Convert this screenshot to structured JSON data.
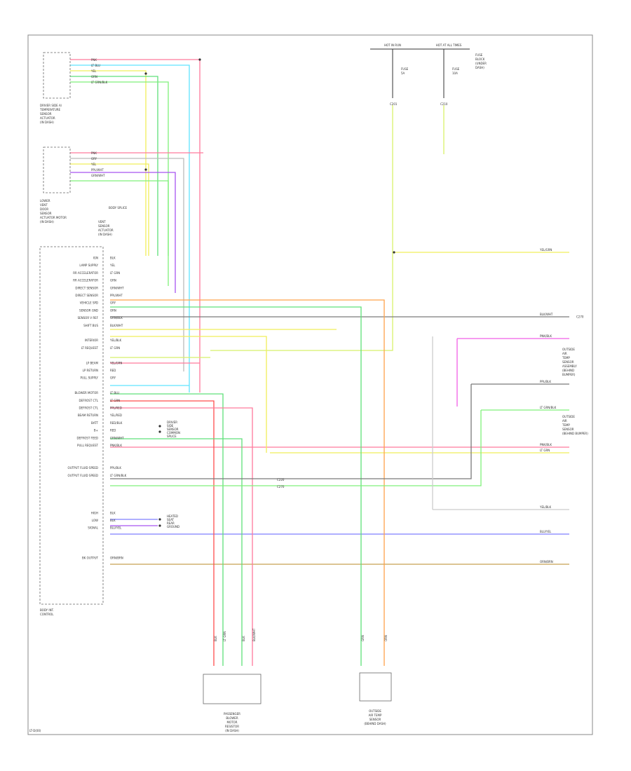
{
  "diagram": {
    "corner_code": "LT-D(00)",
    "module_name": [
      "BODY INT.",
      "CONTROL"
    ],
    "module_pins": [
      {
        "label": "IGN",
        "wire": "BLK"
      },
      {
        "label": "LAMP SUPPLY",
        "wire": "YEL"
      },
      {
        "label": "RR ACCELERATOR",
        "wire": "LT GRN"
      },
      {
        "label": "RR ACCELERATOR",
        "wire": "GRN"
      },
      {
        "label": "DIRECT SENSOR",
        "wire": "GRN/WHT"
      },
      {
        "label": "DIRECT SENSOR",
        "wire": "PPL/WHT"
      },
      {
        "label": "VEHICLE SPD",
        "wire": "GRY"
      },
      {
        "label": "SENSOR GND",
        "wire": "ORN"
      },
      {
        "label": "SENSOR V REF",
        "wire": "GRN/BLK"
      },
      {
        "label": "SHIFT BUS",
        "wire": "BLK/WHT"
      },
      {
        "label": "",
        "wire": ""
      },
      {
        "label": "INTERIOR",
        "wire": "YEL/BLK"
      },
      {
        "label": "LT REQUEST",
        "wire": "LT GRN"
      },
      {
        "label": "",
        "wire": ""
      },
      {
        "label": "LP BEAM",
        "wire": "YEL/GRN"
      },
      {
        "label": "LP RETURN",
        "wire": "RED"
      },
      {
        "label": "PULL SUPPLY",
        "wire": "GRY"
      },
      {
        "label": "",
        "wire": ""
      },
      {
        "label": "BLOWER MOTOR",
        "wire": "LT BLU"
      },
      {
        "label": "DEFROST CTL",
        "wire": "LT GRN"
      },
      {
        "label": "DEFROST CTL",
        "wire": "PPL/RED"
      },
      {
        "label": "BEAM RETURN",
        "wire": "YEL/RED"
      },
      {
        "label": "BATT",
        "wire": "RED/BLK"
      },
      {
        "label": "B+",
        "wire": "RED"
      },
      {
        "label": "DEFROST FEED",
        "wire": "GRN/WHT"
      },
      {
        "label": "PULL REQUEST",
        "wire": "PNK/BLK"
      },
      {
        "label": "",
        "wire": ""
      },
      {
        "label": "",
        "wire": ""
      },
      {
        "label": "OUTPUT FLUID SPEED",
        "wire": "PPL/BLK"
      },
      {
        "label": "OUTPUT FLUID SPEED",
        "wire": "LT GRN/BLK"
      },
      {
        "label": "",
        "wire": ""
      },
      {
        "label": "",
        "wire": ""
      },
      {
        "label": "",
        "wire": ""
      },
      {
        "label": "",
        "wire": ""
      },
      {
        "label": "HIGH",
        "wire": "BLK"
      },
      {
        "label": "LOW",
        "wire": "BLK"
      },
      {
        "label": "SIGNAL",
        "wire": "BLU/YEL"
      },
      {
        "label": "",
        "wire": ""
      },
      {
        "label": "",
        "wire": ""
      },
      {
        "label": "",
        "wire": ""
      },
      {
        "label": "BK OUTPUT",
        "wire": "ORN/BRN"
      },
      {
        "label": "",
        "wire": ""
      },
      {
        "label": "",
        "wire": ""
      },
      {
        "label": "",
        "wire": ""
      },
      {
        "label": "",
        "wire": ""
      },
      {
        "label": "",
        "wire": ""
      },
      {
        "label": "",
        "wire": ""
      }
    ],
    "sensor1_wires": [
      "PNK",
      "LT BLU",
      "YEL",
      "GRN",
      "LT GRN/BLK"
    ],
    "sensor1_name": [
      "DRIVER SIDE A/",
      "TEMPERATURE",
      "SENSOR",
      "ACTUATOR",
      "(IN DASH)"
    ],
    "sensor2_wires": [
      "PNK",
      "GRY",
      "YEL",
      "PPL/WHT",
      "GRN/WHT"
    ],
    "sensor2_name": [
      "LOWER",
      "VENT",
      "DOOR",
      "SENSOR",
      "ACTUATOR MOTOR",
      "(IN DASH)"
    ],
    "sensor2_note": [
      "VENT",
      "SENSOR",
      "ACTUATOR",
      "(IN DASH)"
    ],
    "sensor2_tag": "BODY SPLICE",
    "top_labels": [
      "HOT IN RUN",
      "HOT AT ALL TIMES",
      "FUSE",
      "BLOCK",
      "(UNDER",
      "DASH)"
    ],
    "fuse_labels": [
      "FUSE",
      "5A",
      "FUSE",
      "10A",
      "C201",
      "C210"
    ],
    "right_labels": [
      {
        "wire": "YEL/GRN",
        "ref": ""
      },
      {
        "wire": "BLK/WHT",
        "ref": "C270"
      },
      {
        "wire": "PNK/BLK",
        "ref": ""
      },
      {
        "wire": "PPL/BLK",
        "ref": ""
      },
      {
        "wire": "LT GRN/BLK",
        "ref": ""
      },
      {
        "wire": "PNK/BLK",
        "ref": ""
      },
      {
        "wire": "YEL/BLK",
        "ref": ""
      },
      {
        "wire": "LT GRN",
        "ref": ""
      },
      {
        "wire": "BLU/YEL",
        "ref": ""
      },
      {
        "wire": "ORN/BRN",
        "ref": ""
      }
    ],
    "right_device_1": [
      "OUTSIDE",
      "AIR",
      "TEMP",
      "SENSOR",
      "ASSEMBLY",
      "(BEHIND",
      "BUMPER)"
    ],
    "right_device_2": [
      "OUTSIDE",
      "AIR",
      "TEMP",
      "SENSOR",
      "(BEHIND BUMPER)"
    ],
    "splice_labels": [
      "C220",
      "C270"
    ],
    "small_notes": [
      "DRIVER",
      "SIDE",
      "SENSOR",
      "COMMON",
      "SPLICE",
      "HEATED",
      "SEAT",
      "REAR",
      "GROUND"
    ],
    "motor1_name": [
      "PASSENGER",
      "BLOWER",
      "MOTOR",
      "RESISTOR",
      "(IN DASH)"
    ],
    "motor2_name": [
      "OUTSIDE",
      "AIR TEMP",
      "SENSOR",
      "(BEHIND DASH)"
    ],
    "motor_wire_labels": [
      "BLK",
      "LT GRN",
      "BLK",
      "BLK/WHT",
      "GRN",
      "ORN"
    ]
  },
  "colors": {
    "pink": "#ff7a9c",
    "cyan": "#5fe3ff",
    "yellow": "#f1ef5a",
    "green": "#5fe07a",
    "ltgreen": "#7ff07a",
    "purple": "#a855f0",
    "orange": "#ffa24a",
    "red": "#ff4d4d",
    "gray": "#7a7a7a",
    "magenta": "#f15fe6",
    "blue": "#7f7fff",
    "brown": "#c8a050",
    "yelgrn": "#d8f06a",
    "black": "#333333"
  }
}
